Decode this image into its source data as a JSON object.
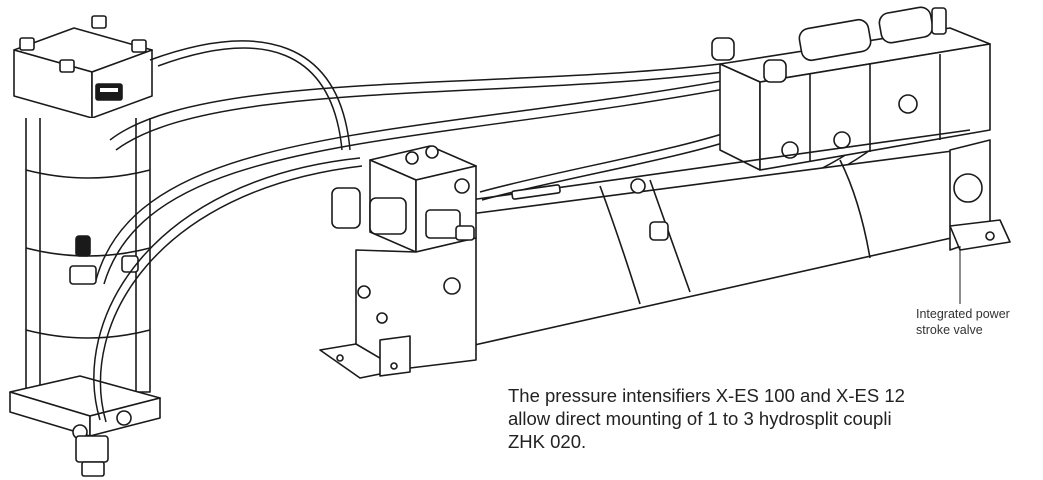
{
  "callout": {
    "line1": "Integrated power",
    "line2": "stroke valve"
  },
  "caption": {
    "line1": "The pressure intensifiers X-ES 100 and X-ES 12",
    "line2": "allow direct mounting of 1 to 3 hydrosplit coupli",
    "line3": "ZHK 020."
  },
  "colors": {
    "ink": "#1a1a1a",
    "paper": "#ffffff"
  }
}
